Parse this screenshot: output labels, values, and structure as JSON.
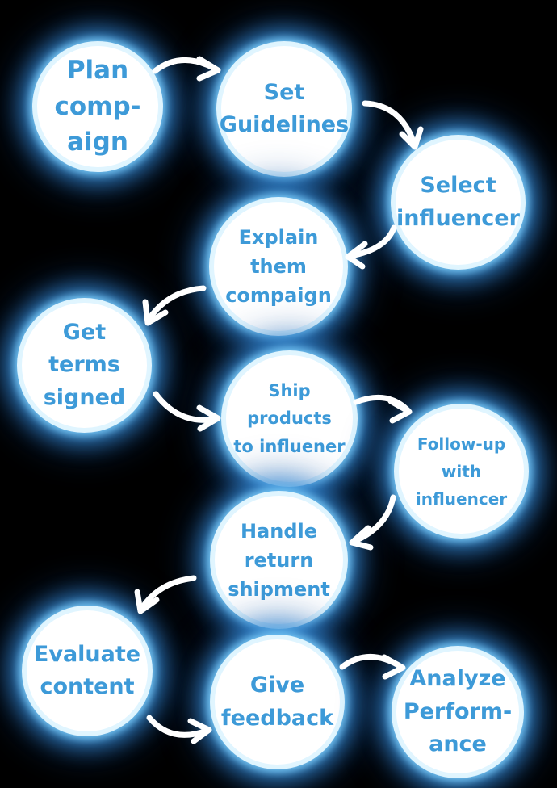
{
  "diagram": {
    "background_color": "#000000",
    "node_fill": "#ffffff",
    "text_color": "#3d9ad8",
    "glow_color": "#3a9ee6",
    "arrow_color": "#ffffff",
    "steps": [
      {
        "id": "plan-campaign",
        "label": "Plan\ncomp-\naign"
      },
      {
        "id": "set-guidelines",
        "label": "Set\nGuidelines"
      },
      {
        "id": "select-influencer",
        "label": "Select\ninfluencer"
      },
      {
        "id": "explain-campaign",
        "label": "Explain\nthem\ncompaign"
      },
      {
        "id": "get-terms-signed",
        "label": "Get\nterms\nsigned"
      },
      {
        "id": "ship-products",
        "label": "Ship\nproducts\nto influener"
      },
      {
        "id": "follow-up",
        "label": "Follow-up\nwith\ninfluencer"
      },
      {
        "id": "handle-return",
        "label": "Handle\nreturn\nshipment"
      },
      {
        "id": "evaluate-content",
        "label": "Evaluate\ncontent"
      },
      {
        "id": "give-feedback",
        "label": "Give\nfeedback"
      },
      {
        "id": "analyze-performance",
        "label": "Analyze\nPerform-\nance"
      }
    ],
    "flow": [
      [
        "plan-campaign",
        "set-guidelines"
      ],
      [
        "set-guidelines",
        "select-influencer"
      ],
      [
        "select-influencer",
        "explain-campaign"
      ],
      [
        "explain-campaign",
        "get-terms-signed"
      ],
      [
        "get-terms-signed",
        "ship-products"
      ],
      [
        "ship-products",
        "follow-up"
      ],
      [
        "follow-up",
        "handle-return"
      ],
      [
        "handle-return",
        "evaluate-content"
      ],
      [
        "evaluate-content",
        "give-feedback"
      ],
      [
        "give-feedback",
        "analyze-performance"
      ]
    ]
  }
}
